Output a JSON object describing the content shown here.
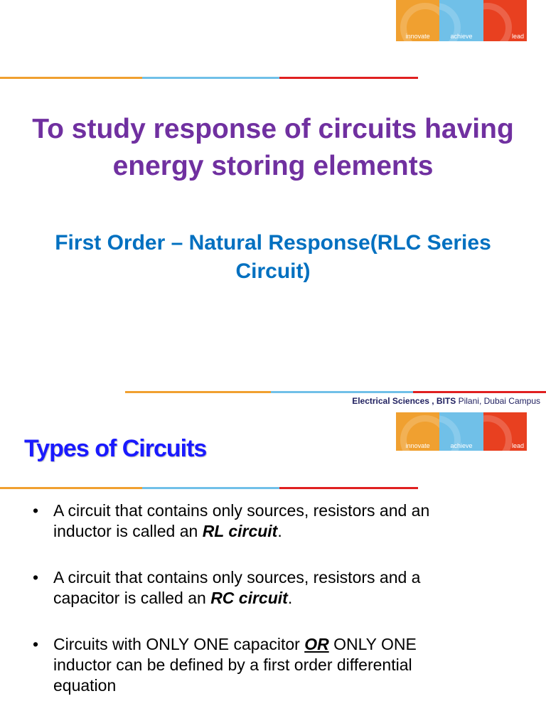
{
  "colors": {
    "orange": "#f0a030",
    "blue": "#70c0e8",
    "red": "#e84020",
    "title_purple": "#7030a0",
    "subtitle_blue": "#0070c0",
    "heading_blue": "#1a1aff"
  },
  "logo": {
    "words": [
      "innovate",
      "achieve",
      "lead"
    ]
  },
  "slide1": {
    "title_line1": "To study response of circuits having",
    "title_line2": "energy storing elements",
    "subtitle_line1": "First Order – Natural Response(RLC Series",
    "subtitle_line2": "Circuit)",
    "footer": {
      "dept": "Electrical Sciences , BITS",
      "campus": " Pilani, Dubai Campus"
    }
  },
  "slide2": {
    "heading": "Types of Circuits",
    "bullet_char": "•",
    "bullets": [
      {
        "line1": "A circuit that contains only sources, resistors and an",
        "pre": "inductor is called an ",
        "emph": "RL circuit",
        "post": "."
      },
      {
        "line1": "A circuit that contains only sources, resistors and a",
        "pre": "capacitor is called an ",
        "emph": "RC circuit",
        "post": "."
      },
      {
        "pre": "Circuits with ONLY ONE capacitor ",
        "emph": "OR",
        "post": " ONLY ONE",
        "line2": "inductor can be defined by a first order differential",
        "line3": "equation"
      }
    ]
  }
}
